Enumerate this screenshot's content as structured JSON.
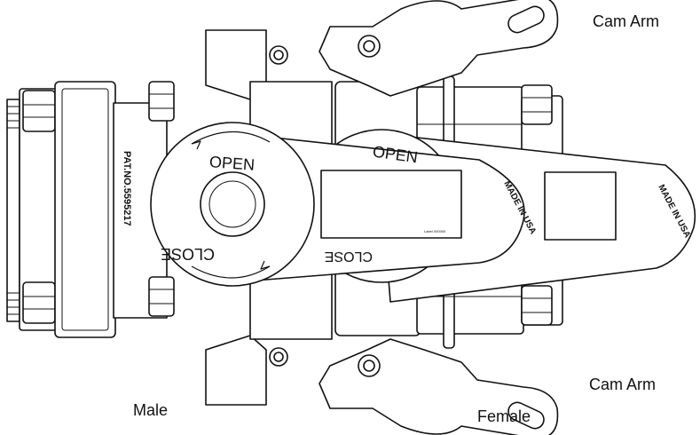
{
  "labels": {
    "cam_arm_top": "Cam Arm",
    "cam_arm_bottom": "Cam Arm",
    "male": "Male",
    "female": "Female"
  },
  "engraving": {
    "open_left": "OPEN",
    "close_left": "CLOSE",
    "open_right": "OPEN",
    "close_right": "CLOSE",
    "patent": "PAT.NO.5595217",
    "made_in_left": "MADE IN USA",
    "made_in_right": "MADE IN USA",
    "label_id": "Label 000000"
  },
  "colors": {
    "line": "#111111",
    "paper": "#ffffff"
  }
}
